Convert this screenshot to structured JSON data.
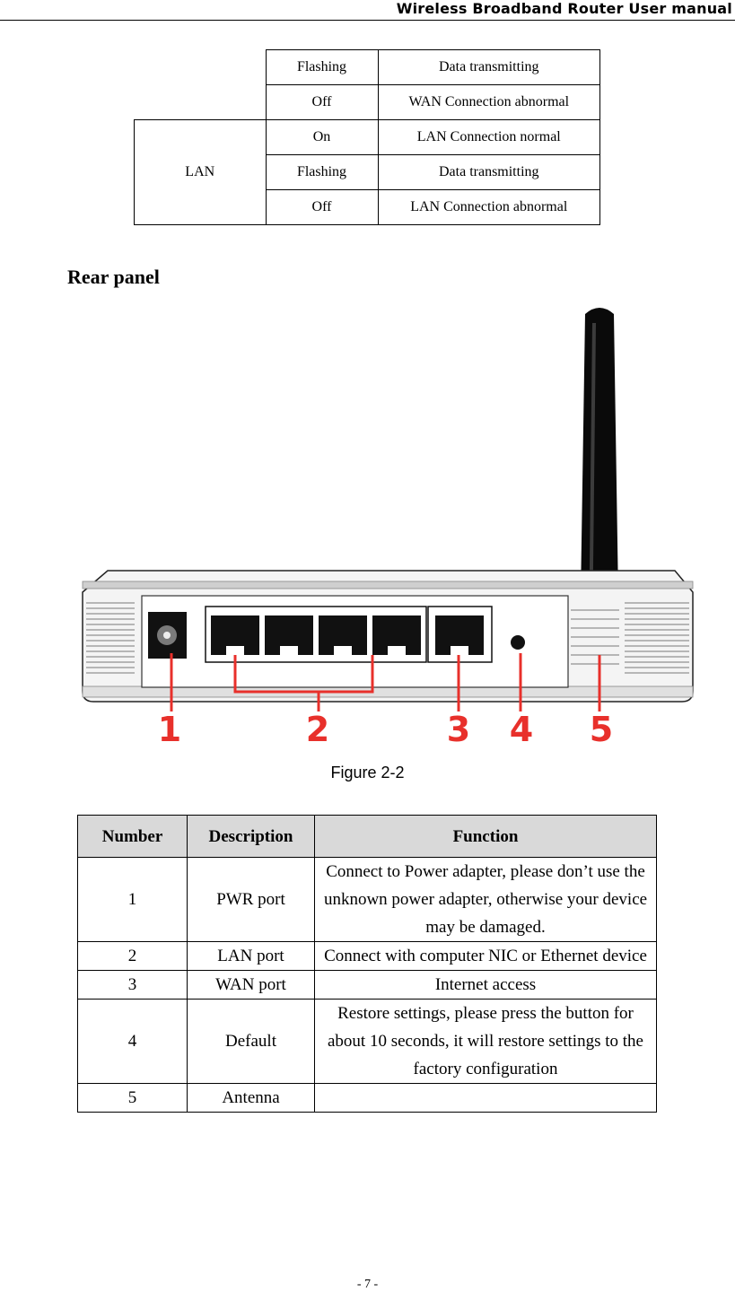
{
  "header": {
    "title": "Wireless Broadband Router User manual"
  },
  "led_table": {
    "rows": [
      {
        "state": "Flashing",
        "meaning": "Data transmitting"
      },
      {
        "state": "Off",
        "meaning": "WAN Connection abnormal"
      },
      {
        "indicator": "LAN",
        "state": "On",
        "meaning": "LAN Connection normal"
      },
      {
        "state": "Flashing",
        "meaning": "Data transmitting"
      },
      {
        "state": "Off",
        "meaning": "LAN Connection abnormal"
      }
    ]
  },
  "section": {
    "heading": "Rear panel"
  },
  "figure": {
    "callouts": [
      "1",
      "2",
      "3",
      "4",
      "5"
    ],
    "caption": "Figure 2-2",
    "callout_color": "#e8302b"
  },
  "func_table": {
    "headers": [
      "Number",
      "Description",
      "Function"
    ],
    "rows": [
      {
        "number": "1",
        "description": "PWR port",
        "function": "Connect to Power adapter, please don’t use the unknown power adapter, otherwise your device may be damaged."
      },
      {
        "number": "2",
        "description": "LAN port",
        "function": "Connect with computer NIC or Ethernet device"
      },
      {
        "number": "3",
        "description": "WAN port",
        "function": "Internet access"
      },
      {
        "number": "4",
        "description": "Default",
        "function": "Restore settings, please press the button for about 10 seconds, it will restore settings to the factory configuration"
      },
      {
        "number": "5",
        "description": "Antenna",
        "function": ""
      }
    ]
  },
  "footer": {
    "page_number": "- 7 -"
  }
}
